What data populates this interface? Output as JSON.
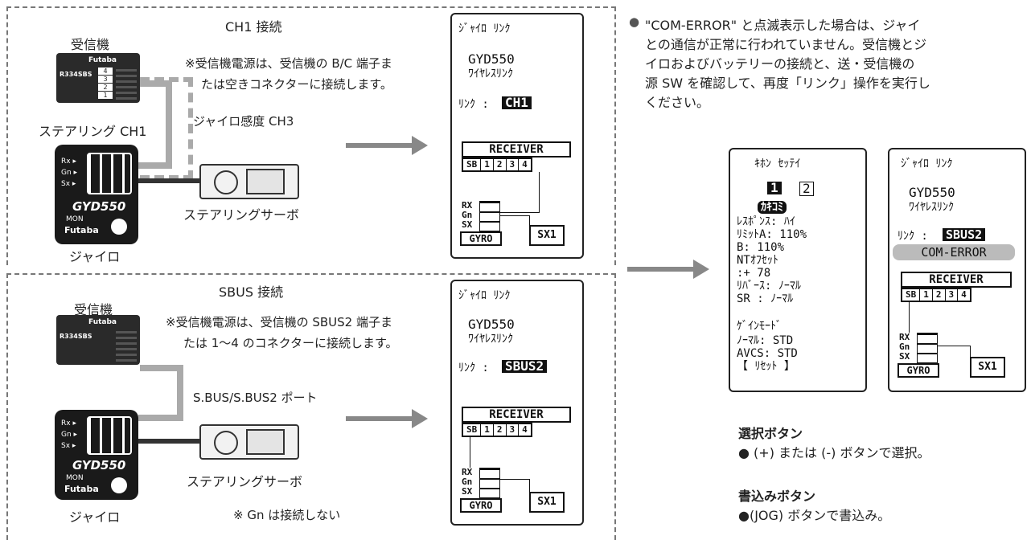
{
  "ch1": {
    "title": "CH1 接続",
    "receiver_label": "受信機",
    "receiver_model": "R334SBS",
    "receiver_brand": "Futaba",
    "receiver_ports": [
      "4",
      "3",
      "2",
      "1"
    ],
    "note_line1": "※受信機電源は、受信機の B/C 端子ま",
    "note_line2": "たは空きコネクターに接続します。",
    "steering_label": "ステアリング CH1",
    "gyro_sens_label": "ジャイロ感度 CH3",
    "gyro_model": "GYD550",
    "gyro_mon": "MON",
    "gyro_brand": "Futaba",
    "gyro_pins": [
      "Rx ▸",
      "Gn ▸",
      "Sx ▸"
    ],
    "servo_label": "ステアリングサーボ",
    "gyro_label": "ジャイロ"
  },
  "sbus": {
    "title": "SBUS 接続",
    "receiver_label": "受信機",
    "note_line1": "※受信機電源は、受信機の SBUS2 端子ま",
    "note_line2": "たは 1～4 のコネクターに接続します。",
    "port_label": "S.BUS/S.BUS2 ポート",
    "servo_label": "ステアリングサーボ",
    "gyro_label": "ジャイロ",
    "gn_note": "※ Gn は接続しない"
  },
  "lcd_link_ch1": {
    "header": "ｼﾞｬｲﾛ ﾘﾝｸ",
    "line1": "GYD550",
    "line2": "ﾜｲﾔﾚｽﾘﾝｸ",
    "link_label": "ﾘﾝｸ :",
    "link_value": "CH1"
  },
  "lcd_link_sbus": {
    "header": "ｼﾞｬｲﾛ ﾘﾝｸ",
    "line1": "GYD550",
    "line2": "ﾜｲﾔﾚｽﾘﾝｸ",
    "link_label": "ﾘﾝｸ :",
    "link_value": "SBUS2"
  },
  "lcd_common": {
    "receiver": "RECEIVER",
    "cells": [
      "SB",
      "1",
      "2",
      "3",
      "4"
    ],
    "pins": [
      "RX",
      "Gn",
      "SX"
    ],
    "gyro": "GYRO",
    "sx1": "SX1"
  },
  "lcd_basic": {
    "header": "ｷﾎﾝ ｾｯﾃｲ",
    "num1": "1",
    "num2": "2",
    "write": "ｶｷｺﾐ",
    "lines": [
      "ﾚｽﾎﾟﾝｽ: ﾊｲ",
      "ﾘﾐｯﾄA: 110%",
      "      B: 110%",
      "NTｵﾌｾｯﾄ",
      "      :+ 78",
      "ﾘﾊﾞｰｽ: ﾉｰﾏﾙ",
      "SR    : ﾉｰﾏﾙ",
      "",
      "ｹﾞｲﾝﾓｰﾄﾞ",
      "  ﾉｰﾏﾙ: STD",
      "  AVCS: STD",
      "   【 ﾘｾｯﾄ 】"
    ]
  },
  "lcd_error": {
    "header": "ｼﾞｬｲﾛ ﾘﾝｸ",
    "line1": "GYD550",
    "line2": "ﾜｲﾔﾚｽﾘﾝｸ",
    "link_label": "ﾘﾝｸ :",
    "link_value": "SBUS2",
    "error": "COM-ERROR"
  },
  "right_note": {
    "bullet": "●",
    "lines": [
      "\"COM-ERROR\" と点滅表示した場合は、ジャイ",
      "との通信が正常に行われていません。受信機とジ",
      "イロおよびバッテリーの接続と、送・受信機の",
      "源 SW を確認して、再度「リンク」操作を実行し",
      "ください。"
    ]
  },
  "select_button": {
    "title": "選択ボタン",
    "desc": "● (+) または (-) ボタンで選択。"
  },
  "write_button": {
    "title": "書込みボタン",
    "desc": "●(JOG) ボタンで書込み。"
  },
  "colors": {
    "arrow": "#888888",
    "border": "#777777",
    "lcd": "#111111",
    "error_bg": "#bbbbbb"
  }
}
